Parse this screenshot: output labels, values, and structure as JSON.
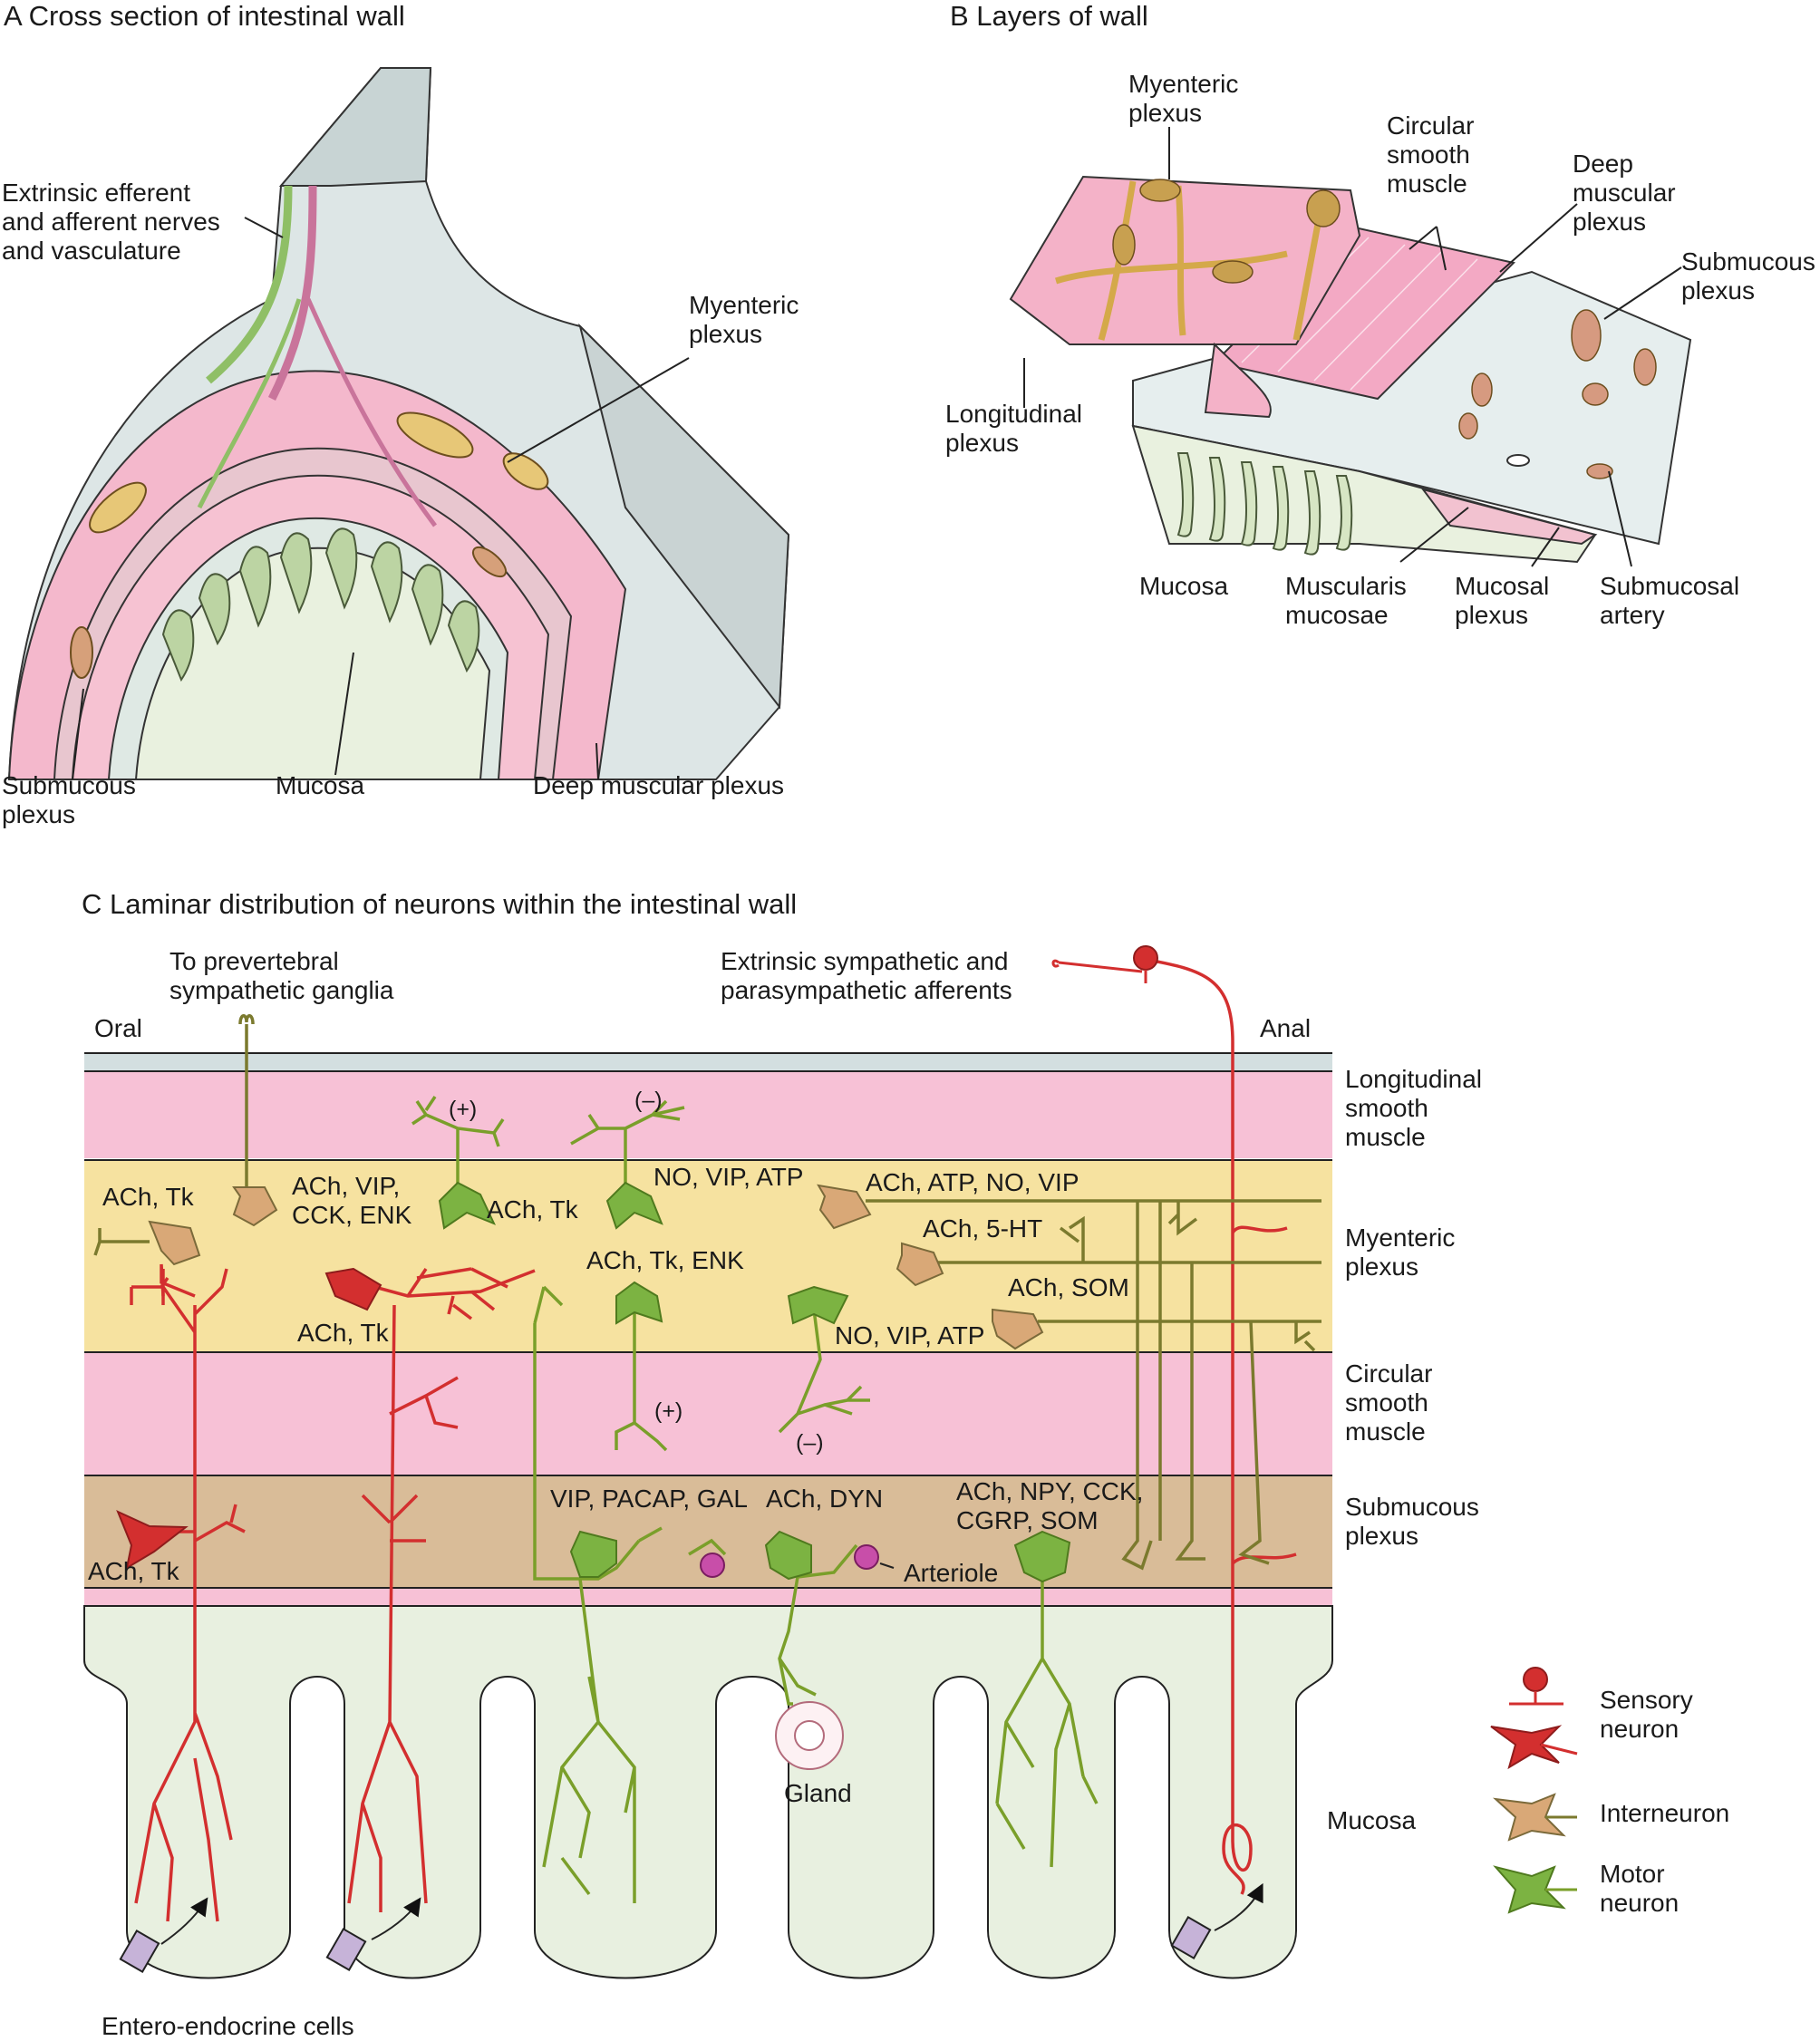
{
  "panelA": {
    "title": "A  Cross section of intestinal wall",
    "labels": {
      "extrinsic": [
        "Extrinsic efferent",
        "and afferent nerves",
        "and vasculature"
      ],
      "myenteric": [
        "Myenteric",
        "plexus"
      ],
      "submucous": [
        "Submucous",
        "plexus"
      ],
      "mucosa": "Mucosa",
      "deep": "Deep muscular plexus"
    }
  },
  "panelB": {
    "title": "B  Layers of wall",
    "labels": {
      "myenteric": [
        "Myenteric",
        "plexus"
      ],
      "circular": [
        "Circular",
        "smooth",
        "muscle"
      ],
      "deep": [
        "Deep",
        "muscular",
        "plexus"
      ],
      "submucous": [
        "Submucous",
        "plexus"
      ],
      "longitudinal": [
        "Longitudinal",
        "plexus"
      ],
      "mucosa": "Mucosa",
      "muscularis": [
        "Muscularis",
        "mucosae"
      ],
      "mucosal": [
        "Mucosal",
        "plexus"
      ],
      "artery": [
        "Submucosal",
        "artery"
      ]
    }
  },
  "panelC": {
    "title": "C  Laminar distribution of neurons within the intestinal wall",
    "top": {
      "prevertebral": [
        "To prevertebral",
        "sympathetic ganglia"
      ],
      "extrinsic": [
        "Extrinsic sympathetic and",
        "parasympathetic afferents"
      ],
      "oral": "Oral",
      "anal": "Anal"
    },
    "layers": {
      "longitudinal": [
        "Longitudinal",
        "smooth",
        "muscle"
      ],
      "myenteric": [
        "Myenteric",
        "plexus"
      ],
      "circular": [
        "Circular",
        "smooth",
        "muscle"
      ],
      "submucous": [
        "Submucous",
        "plexus"
      ],
      "mucosa": "Mucosa"
    },
    "neuron_labels": {
      "n1": "ACh, Tk",
      "n2": [
        "ACh, VIP,",
        "CCK, ENK"
      ],
      "n3": "ACh, Tk",
      "n4": "NO, VIP, ATP",
      "n5": "ACh, ATP, NO, VIP",
      "n6": "ACh,  5-HT",
      "n7": "ACh, Tk",
      "n8": "ACh, Tk, ENK",
      "n9": "ACh, SOM",
      "n10": "NO, VIP, ATP",
      "n11": "ACh, Tk",
      "n12": "VIP, PACAP, GAL",
      "n13": "ACh, DYN",
      "n14": [
        "ACh, NPY, CCK,",
        "CGRP, SOM"
      ],
      "plus1": "(+)",
      "minus1": "(–)",
      "plus2": "(+)",
      "minus2": "(–)"
    },
    "structures": {
      "arteriole": "Arteriole",
      "gland": "Gland",
      "entero": "Entero-endocrine cells"
    },
    "legend": [
      {
        "label": [
          "Sensory",
          "neuron"
        ],
        "color": "#d32f2f"
      },
      {
        "label": [
          "Interneuron"
        ],
        "color": "#d9a877"
      },
      {
        "label": [
          "Motor",
          "neuron"
        ],
        "color": "#7cb342"
      }
    ]
  }
}
